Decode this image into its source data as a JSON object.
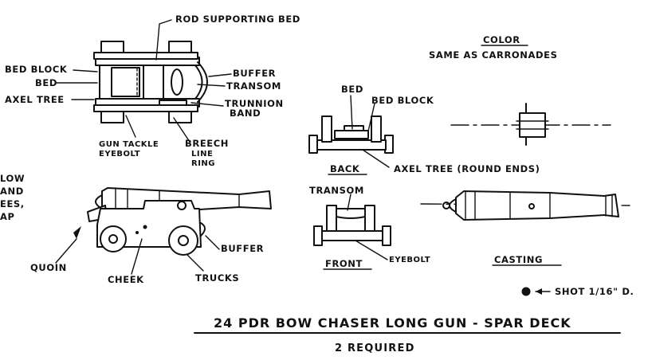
{
  "title": "24 PDR BOW CHASER LONG GUN - SPAR DECK",
  "subtitle": "2 REQUIRED",
  "color_note": {
    "heading": "COLOR",
    "text": "SAME AS CARRONADES"
  },
  "shot_note": "SHOT 1/16\" D.",
  "top_view_labels": {
    "rod": "ROD SUPPORTING BED",
    "bed_block": "BED BLOCK",
    "bed": "BED",
    "axel_tree": "AXEL TREE",
    "buffer": "BUFFER",
    "transom": "TRANSOM",
    "trunnion_1": "TRUNNION",
    "trunnion_2": "BAND",
    "gun_tackle_1": "GUN TACKLE",
    "gun_tackle_2": "EYEBOLT",
    "breech_1": "BREECH",
    "breech_2": "LINE",
    "breech_3": "RING"
  },
  "back_view_labels": {
    "bed": "BED",
    "bed_block": "BED BLOCK",
    "caption": "BACK",
    "axel": "AXEL TREE (ROUND ENDS)"
  },
  "front_view_labels": {
    "transom": "TRANSOM",
    "caption": "FRONT",
    "eyebolt": "EYEBOLT"
  },
  "side_view_labels": {
    "quoin": "QUOIN",
    "cheek": "CHEEK",
    "trucks": "TRUCKS",
    "buffer": "BUFFER"
  },
  "casting_label": "CASTING",
  "left_edge_fragments": [
    "LOW",
    "AND",
    "EES,",
    "AP"
  ]
}
